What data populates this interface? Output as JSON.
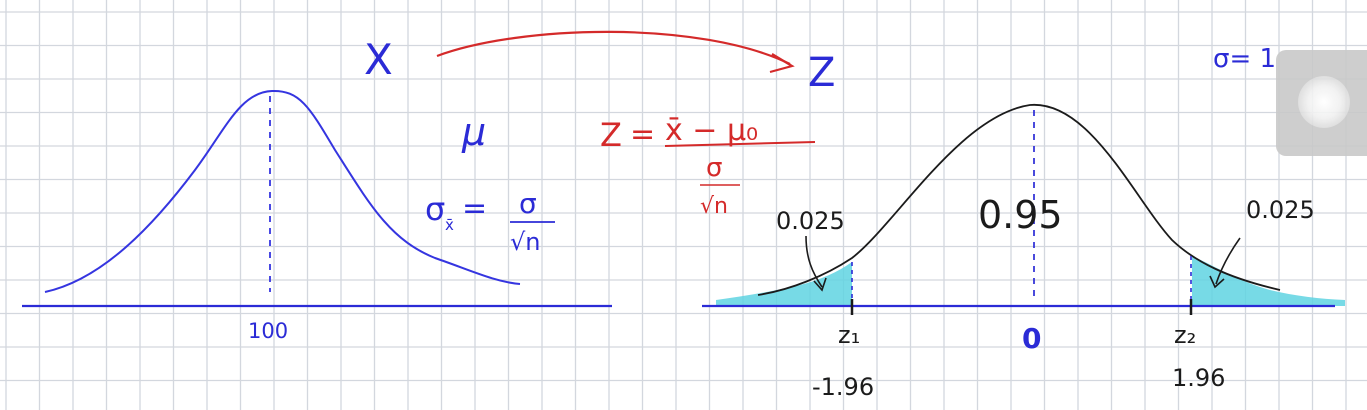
{
  "left_graph": {
    "mean_label": "100"
  },
  "transform": {
    "from_label": "X",
    "to_label": "Z"
  },
  "formulas": {
    "mu": "μ",
    "sigma_xbar_lhs": "σ",
    "sigma_xbar_sub": "x̄",
    "sigma_xbar_eq": "=",
    "sigma_xbar_num": "σ",
    "sigma_xbar_den": "√n",
    "z_lhs": "Z",
    "z_eq": "=",
    "z_num": "x̄ − μ₀",
    "z_den_top": "σ",
    "z_den_bottom": "√n",
    "sigma_one": "σ= 1"
  },
  "right_graph": {
    "center_area": "0.95",
    "left_tail_area": "0.025",
    "right_tail_area": "0.025",
    "zero_label": "0",
    "z1_label": "z₁",
    "z2_label": "z₂",
    "z1_value": "-1.96",
    "z2_value": "1.96"
  },
  "colors": {
    "grid": "#d3d7de",
    "blue_ink": "#2b2bd6",
    "red_ink": "#d42a2a",
    "black_ink": "#1b1b1b",
    "tail_fill": "#5fd3e2"
  }
}
